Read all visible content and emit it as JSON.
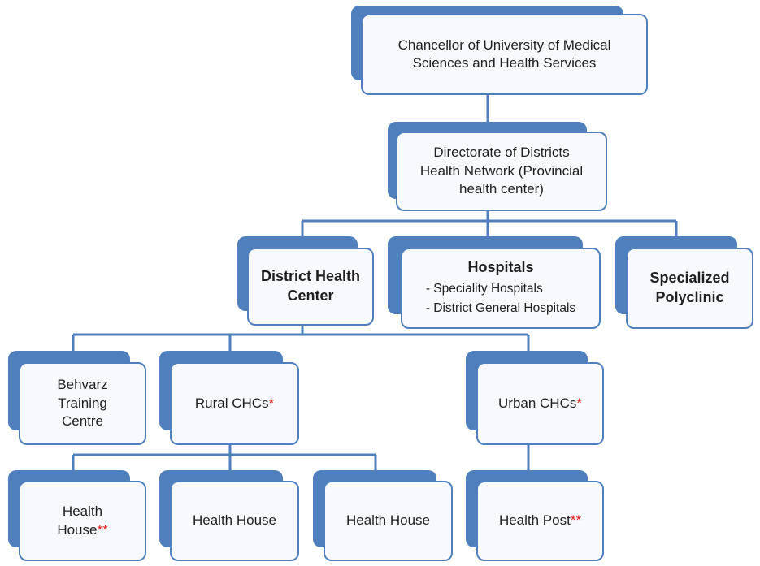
{
  "diagram": {
    "chancellor": {
      "line1": "Chancellor of University of Medical",
      "line2": "Sciences and Health Services"
    },
    "directorate": {
      "line1": "Directorate of Districts",
      "line2": "Health Network (Provincial",
      "line3": "health center)"
    },
    "district_health_center": {
      "line1": "District Health",
      "line2": "Center"
    },
    "hospitals": {
      "title": "Hospitals",
      "items": [
        "- Speciality Hospitals",
        "- District General Hospitals"
      ]
    },
    "specialized_polyclinic": {
      "line1": "Specialized",
      "line2": "Polyclinic"
    },
    "behvarz_training_centre": {
      "line1": "Behvarz",
      "line2": "Training",
      "line3": "Centre"
    },
    "rural_chcs": {
      "label": "Rural CHCs",
      "marker": "*"
    },
    "urban_chcs": {
      "label": "Urban CHCs",
      "marker": "*"
    },
    "health_house_1": {
      "line1": "Health",
      "line2": "House",
      "marker": "**"
    },
    "health_house_2": {
      "label": "Health House"
    },
    "health_house_3": {
      "label": "Health House"
    },
    "health_post": {
      "label": "Health Post",
      "marker": "**"
    }
  }
}
